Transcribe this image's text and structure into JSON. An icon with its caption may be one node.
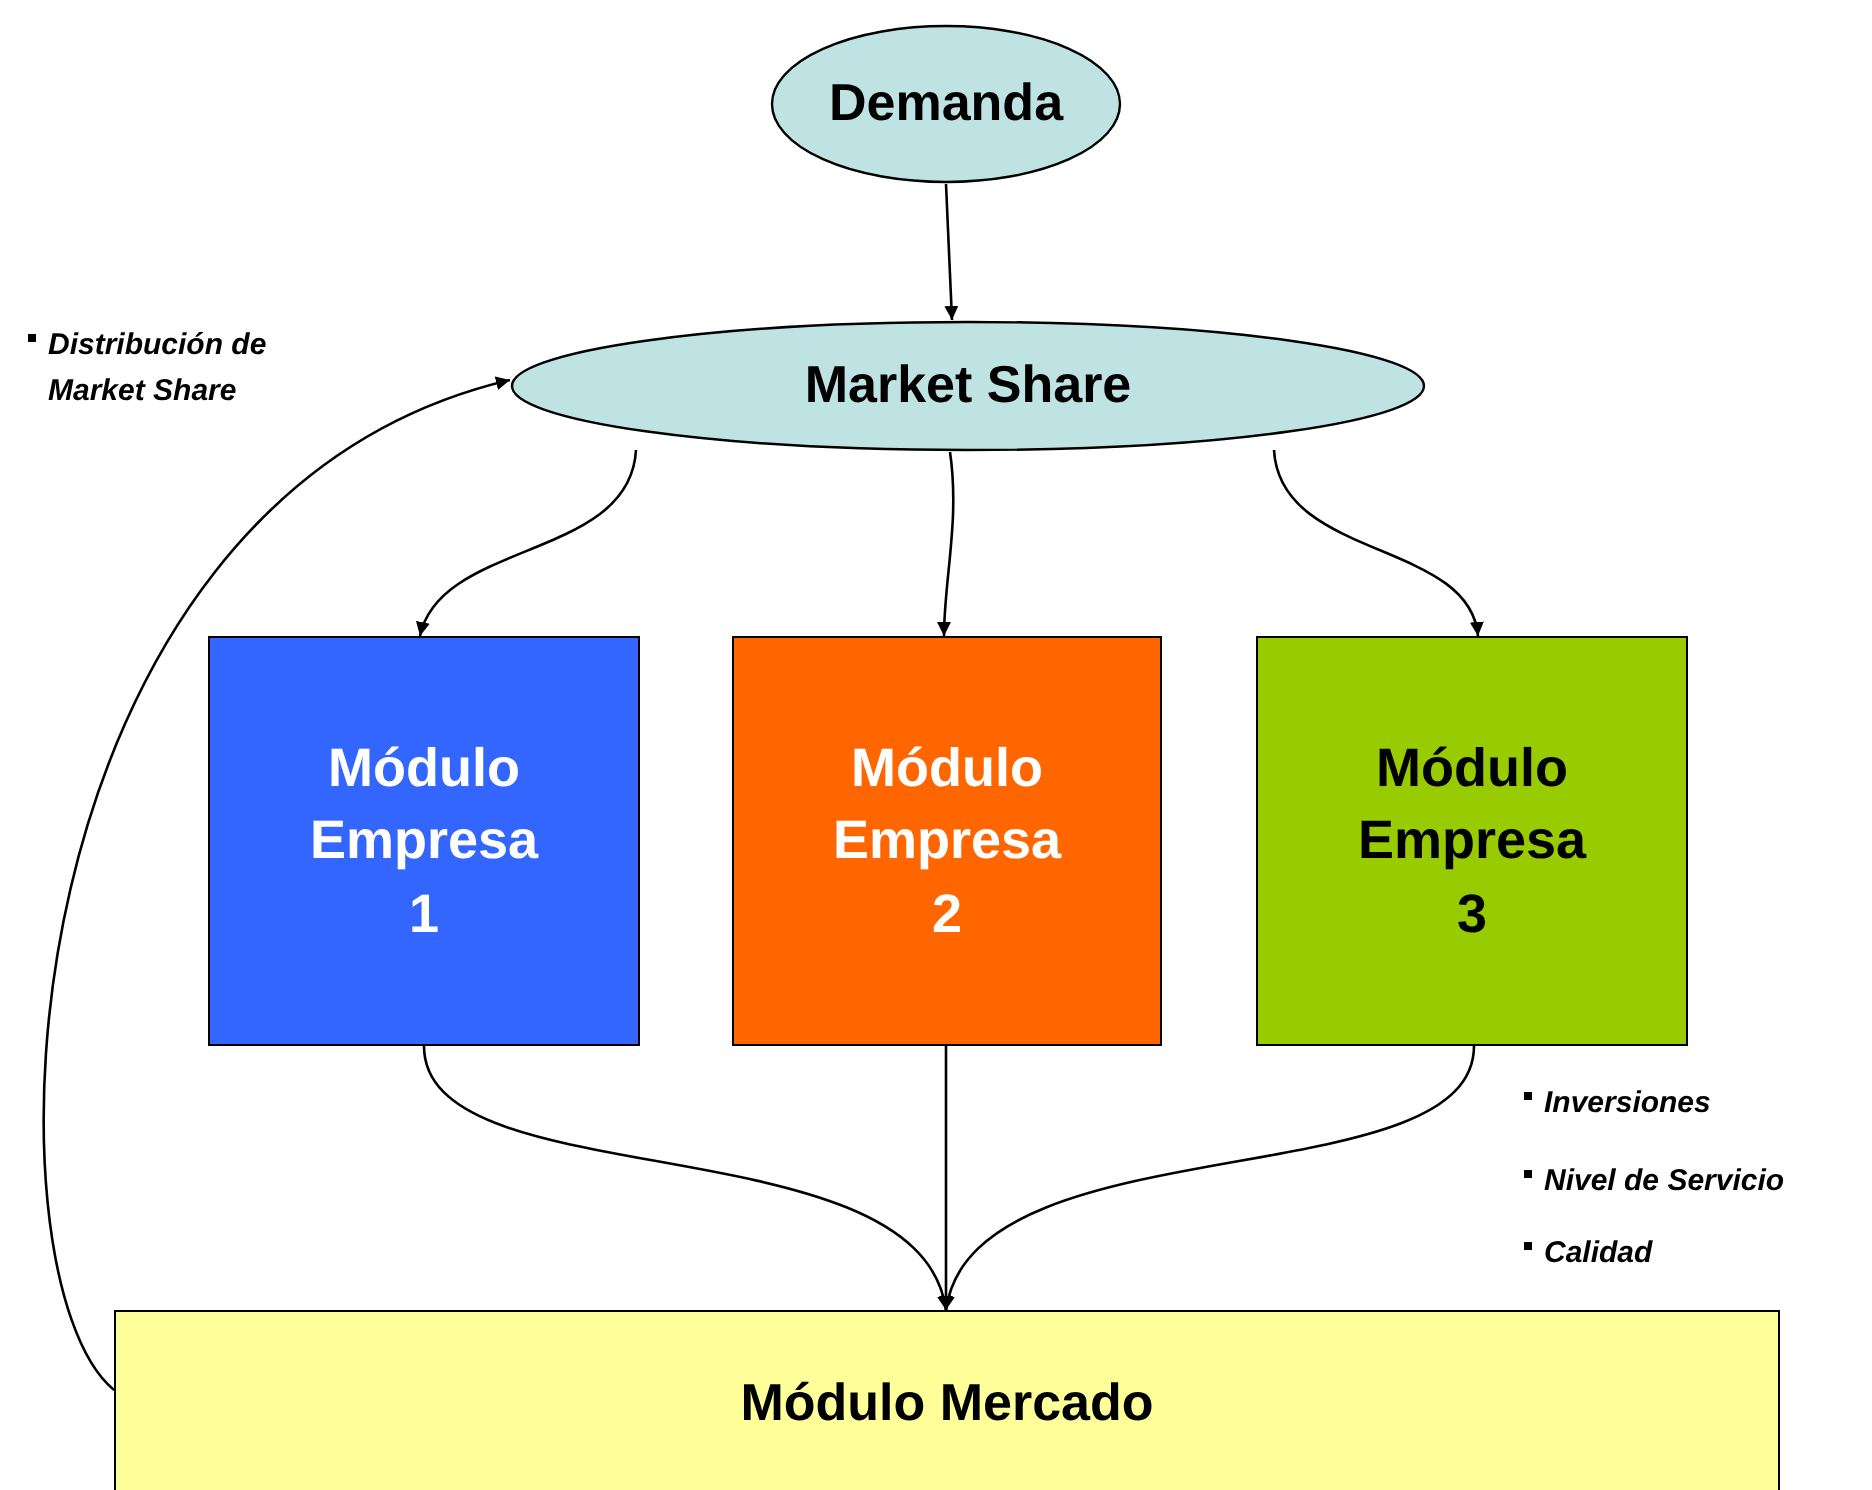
{
  "diagram": {
    "nodes": [
      {
        "text": [
          "Demanda"
        ]
      },
      {
        "text": [
          "Market Share"
        ]
      },
      {
        "text": [
          "Módulo Empresa 1"
        ]
      },
      {
        "text": [
          "Módulo Empresa 2"
        ]
      },
      {
        "text": [
          "Módulo Empresa 3"
        ]
      },
      {
        "text": [
          "Módulo Mercado"
        ]
      }
    ],
    "edges": [
      {
        "from": 0,
        "to": 1,
        "arrow": "to"
      },
      {
        "from": 1,
        "to": 2,
        "arrow": "to"
      },
      {
        "from": 1,
        "to": 3,
        "arrow": "to"
      },
      {
        "from": 1,
        "to": 4,
        "arrow": "to"
      },
      {
        "from": 2,
        "to": 5,
        "arrow": "to"
      },
      {
        "from": 3,
        "to": 5,
        "arrow": "to"
      },
      {
        "from": 4,
        "to": 5,
        "arrow": "to"
      },
      {
        "from": 5,
        "to": 1,
        "arrow": "to"
      }
    ],
    "labels": [
      "Distribución de Market Share",
      "Inversiones",
      "Nivel de Servicio",
      "Calidad"
    ]
  }
}
